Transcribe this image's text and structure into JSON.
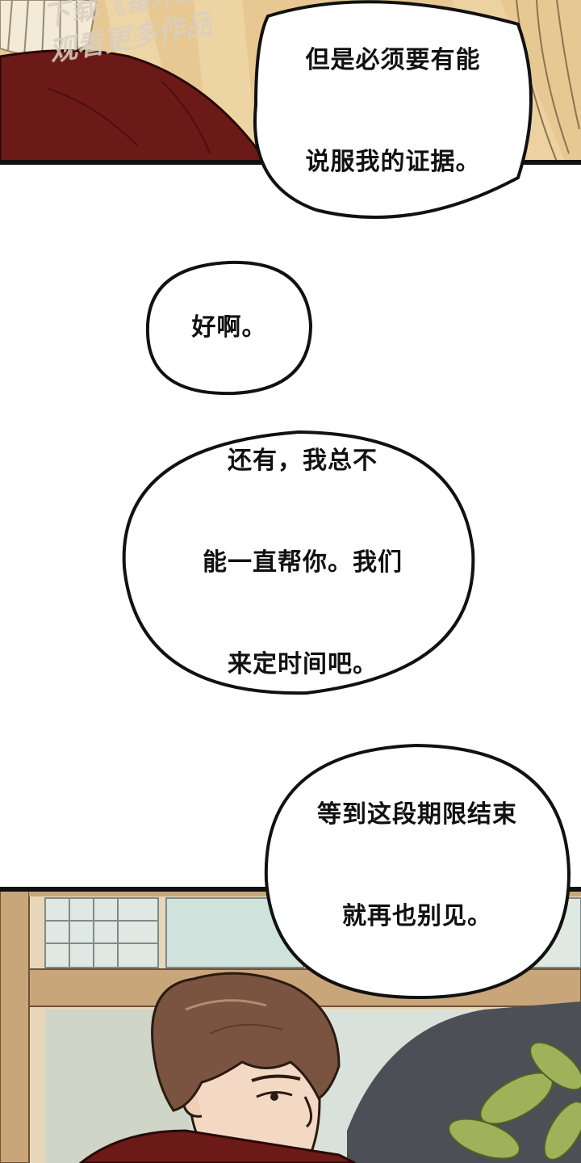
{
  "bubbles": {
    "evidence": {
      "lines": [
        "但是必须要有能",
        "说服我的证据。"
      ]
    },
    "okay": {
      "lines": [
        "好啊。"
      ]
    },
    "schedule": {
      "lines": [
        "还有，我总不",
        "能一直帮你。我们",
        "来定时间吧。"
      ]
    },
    "goodbye": {
      "lines": [
        "等到这段期限结束",
        "就再也别见。"
      ]
    }
  },
  "watermark": {
    "lines": [
      "下载《番木瓜",
      "观看更多作品"
    ]
  },
  "colors": {
    "ink": "#111111",
    "top_panel_bg": "#e8c893",
    "shirt_dark_red": "#6b1a18",
    "hair_brown": "#7a5440",
    "skin": "#f3d9c4",
    "wall_beige": "#e8d6b8"
  }
}
